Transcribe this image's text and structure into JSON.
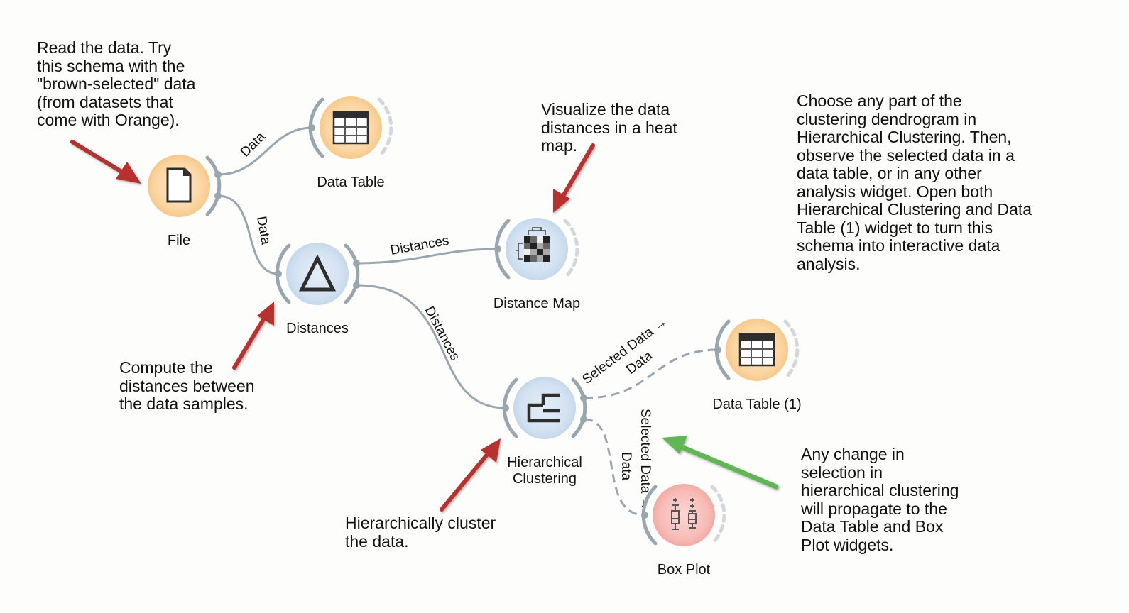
{
  "canvas": {
    "title": "Orange workflow: Hierarchical clustering schema"
  },
  "colors": {
    "background": "#fdfdfc",
    "link": "#9aa6ae",
    "anchor": "#9aa6ae",
    "port_inactive": "#d5d8db",
    "data_node_fill": "#f9cf92",
    "unsupervised_node_fill": "#cddff0",
    "visualize_node_fill": "#f5a9a5",
    "annotation_arrow_red": "#b5302f",
    "annotation_arrow_green": "#5fb653",
    "icon_dark": "#2e2e2e"
  },
  "nodes": [
    {
      "id": "file",
      "title": "File",
      "icon": "file-icon",
      "category": "data"
    },
    {
      "id": "data_table",
      "title": "Data Table",
      "icon": "table-icon",
      "category": "data"
    },
    {
      "id": "distances",
      "title": "Distances",
      "icon": "delta-icon",
      "category": "unsupervised"
    },
    {
      "id": "distance_map",
      "title": "Distance Map",
      "icon": "heatmap-icon",
      "category": "unsupervised"
    },
    {
      "id": "hier_clustering",
      "title_lines": [
        "Hierarchical",
        "Clustering"
      ],
      "icon": "dendrogram-icon",
      "category": "unsupervised"
    },
    {
      "id": "data_table_1",
      "title": "Data Table (1)",
      "icon": "table-icon",
      "category": "data"
    },
    {
      "id": "box_plot",
      "title": "Box Plot",
      "icon": "boxplot-icon",
      "category": "visualize"
    }
  ],
  "links": [
    {
      "from": "file",
      "to": "data_table",
      "label": "Data",
      "style": "solid"
    },
    {
      "from": "file",
      "to": "distances",
      "label": "Data",
      "style": "solid"
    },
    {
      "from": "distances",
      "to": "distance_map",
      "label": "Distances",
      "style": "solid"
    },
    {
      "from": "distances",
      "to": "hier_clustering",
      "label": "Distances",
      "style": "solid"
    },
    {
      "from": "hier_clustering",
      "to": "data_table_1",
      "label_lines": [
        "Selected Data →",
        "Data"
      ],
      "style": "dashed"
    },
    {
      "from": "hier_clustering",
      "to": "box_plot",
      "label_lines": [
        "Selected Data →",
        "Data"
      ],
      "style": "dashed"
    }
  ],
  "annotations": [
    {
      "id": "note_file",
      "text": "Read the data. Try\nthis schema with the\n\"brown-selected\" data\n(from datasets that\ncome with Orange).",
      "arrow": "red"
    },
    {
      "id": "note_distance_map",
      "text": "Visualize the data\ndistances in a heat\nmap.",
      "arrow": "red"
    },
    {
      "id": "note_selection",
      "text": "Choose any part of the\nclustering dendrogram in\nHierarchical Clustering. Then,\nobserve the selected data in a\ndata table, or in any other\nanalysis widget. Open both\nHierarchical Clustering and Data\nTable (1) widget to turn this\nschema into interactive data\nanalysis.",
      "arrow": "none"
    },
    {
      "id": "note_distances",
      "text": "Compute the\ndistances between\nthe data samples.",
      "arrow": "red"
    },
    {
      "id": "note_clustering",
      "text": "Hierarchically cluster\nthe data.",
      "arrow": "red"
    },
    {
      "id": "note_propagate",
      "text": "Any change in\nselection in\nhierarchical clustering\nwill propagate to the\nData Table and Box\nPlot widgets.",
      "arrow": "green"
    }
  ]
}
